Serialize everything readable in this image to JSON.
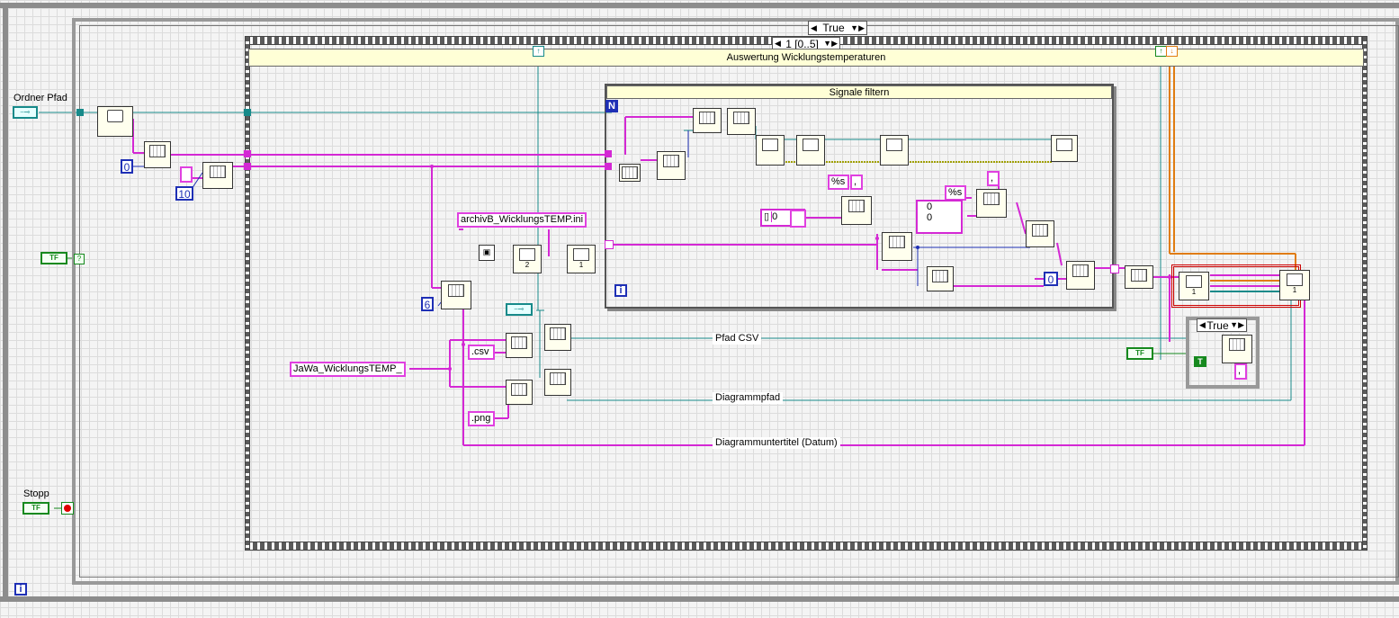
{
  "outer_case": {
    "selector": "True"
  },
  "sequence": {
    "selector": "1 [0..5]"
  },
  "banners": {
    "main": "Auswertung Wicklungstemperaturen",
    "filter": "Signale filtern"
  },
  "controls": {
    "ordner_pfad": "Ordner Pfad",
    "stopp": "Stopp"
  },
  "constants": {
    "zero1": "0",
    "ten": "10",
    "six": "6",
    "zero_filter": "0",
    "zero_mid": "0",
    "zero_end": "0",
    "ini_file": "archivB_WicklungsTEMP.ini",
    "prefix": "JaWa_WicklungsTEMP_",
    "csv": ".csv",
    "png": ".png",
    "fmt1": "%s",
    "fmt2": "%s",
    "comma": ",",
    "comma2": ",",
    "comma3": ","
  },
  "wire_labels": {
    "pfad_csv": "Pfad CSV",
    "diagrammpfad": "Diagrammpfad",
    "untertitel": "Diagrammuntertitel (Datum)"
  },
  "inner_case": {
    "selector": "True"
  },
  "loop_icons": {
    "while": "i",
    "for_n": "N",
    "for_i": "i"
  },
  "glyphs": {
    "tf": "TF",
    "true_const": "T",
    "one": "1",
    "two": "2",
    "up_arrow": "↑",
    "down_arrow": "↓"
  }
}
